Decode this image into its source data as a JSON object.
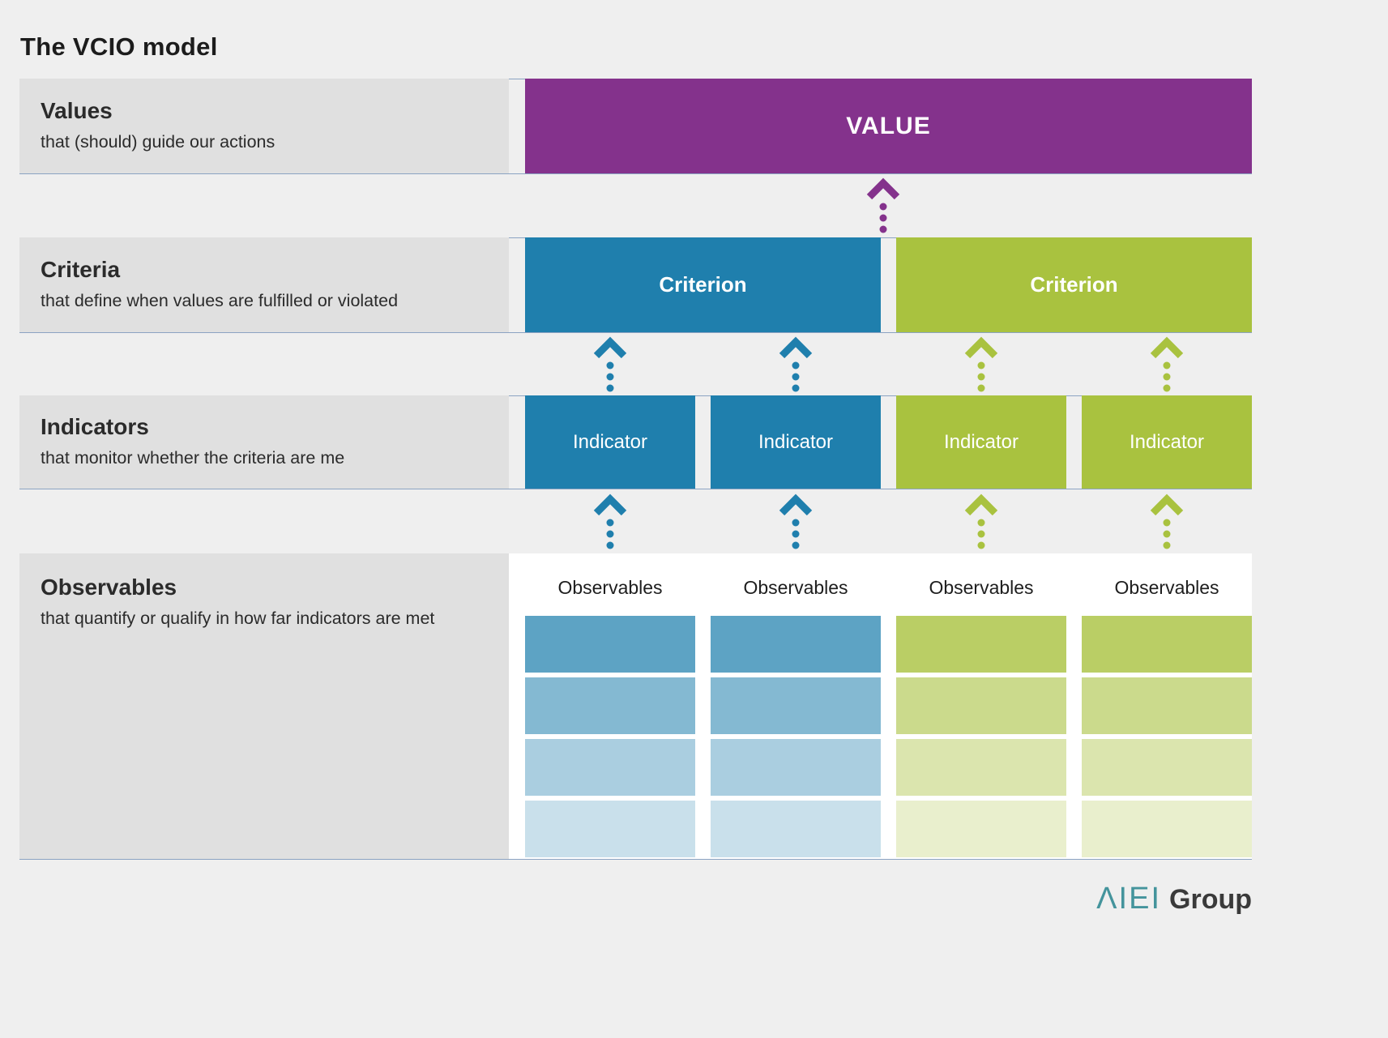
{
  "title": "The VCIO model",
  "colors": {
    "purple": "#84328C",
    "blue": "#1F7FAD",
    "green": "#A9C23F",
    "label_bg": "#E0E0E0",
    "background": "#EFEFEF",
    "hairline": "#8BA3C2",
    "logo_teal": "#44949C"
  },
  "values_row": {
    "label": "Values",
    "description": "that (should) guide our actions",
    "bar_label": "VALUE"
  },
  "criteria_row": {
    "label": "Criteria",
    "description": "that define when values are fulfilled or violated",
    "bars": [
      {
        "label": "Criterion",
        "color": "blue"
      },
      {
        "label": "Criterion",
        "color": "green"
      }
    ]
  },
  "indicators_row": {
    "label": "Indicators",
    "description": "that monitor whether the criteria are me",
    "bars": [
      {
        "label": "Indicator",
        "color": "blue"
      },
      {
        "label": "Indicator",
        "color": "blue"
      },
      {
        "label": "Indicator",
        "color": "green"
      },
      {
        "label": "Indicator",
        "color": "green"
      }
    ]
  },
  "observables_row": {
    "label": "Observables",
    "description": "that quantify or qualify in how far indicators are met",
    "columns": [
      {
        "header": "Observables",
        "color": "blue"
      },
      {
        "header": "Observables",
        "color": "blue"
      },
      {
        "header": "Observables",
        "color": "green"
      },
      {
        "header": "Observables",
        "color": "green"
      }
    ]
  },
  "logo": {
    "mark": "ΛIEI",
    "name": "Group"
  }
}
